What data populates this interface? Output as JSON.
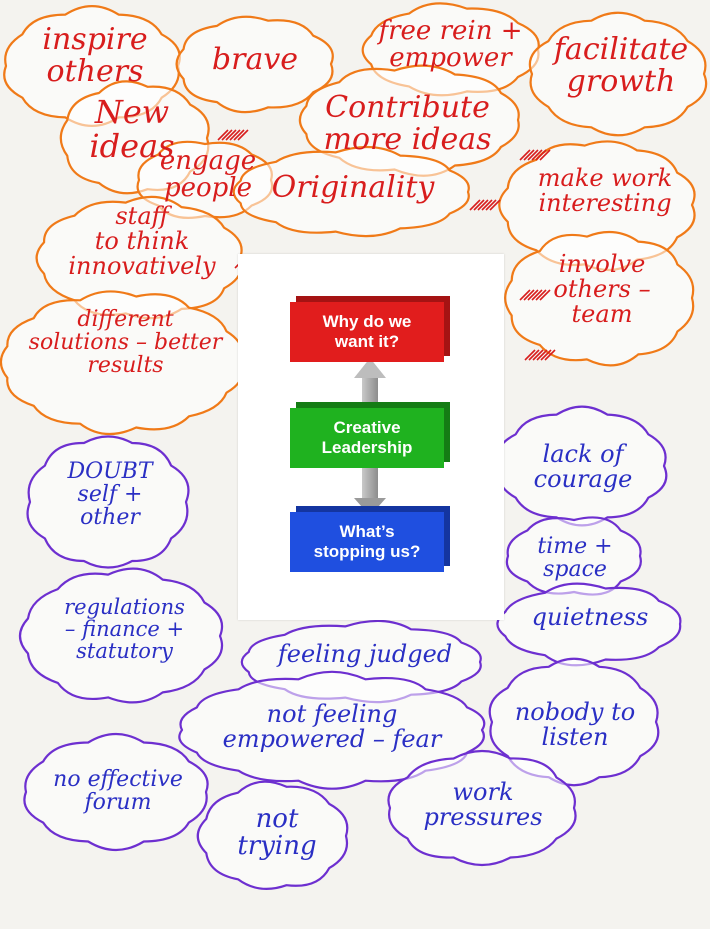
{
  "colors": {
    "red_cloud": "#f07a18",
    "red_text": "#d81d1d",
    "blue_cloud": "#6d2fd0",
    "blue_text": "#2a2fc4",
    "block_top": "#e11d1d",
    "block_middle": "#1fb21f",
    "block_bottom": "#1f4fe0"
  },
  "center": {
    "top_block": "Why do we\nwant it?",
    "middle_block": "Creative\nLeadership",
    "bottom_block": "What’s\nstopping us?"
  },
  "benefits": [
    "inspire\nothers",
    "brave",
    "free rein +\nempower",
    "facilitate\ngrowth",
    "New\nideas",
    "Contribute\nmore ideas",
    "engage\npeople",
    "Originality",
    "make work\ninteresting",
    "staff\nto think\ninnovatively",
    "involve\nothers –\nteam",
    "different\nsolutions – better\nresults"
  ],
  "barriers": [
    "DOUBT\nself +\nother",
    "lack of\ncourage",
    "time +\nspace",
    "quietness",
    "regulations\n– finance +\nstatutory",
    "feeling judged",
    "nobody to\nlisten",
    "not feeling\nempowered – fear",
    "no effective\nforum",
    "work\npressures",
    "not\ntrying"
  ]
}
